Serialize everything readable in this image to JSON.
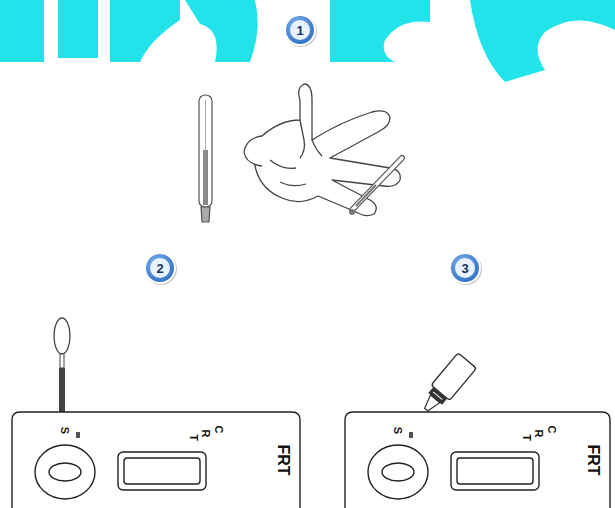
{
  "diagram": {
    "labels": [
      "1",
      "2",
      "3",
      "S",
      "T",
      "R",
      "C",
      "FRT",
      "S",
      "T",
      "R",
      "C",
      "FRT"
    ]
  }
}
